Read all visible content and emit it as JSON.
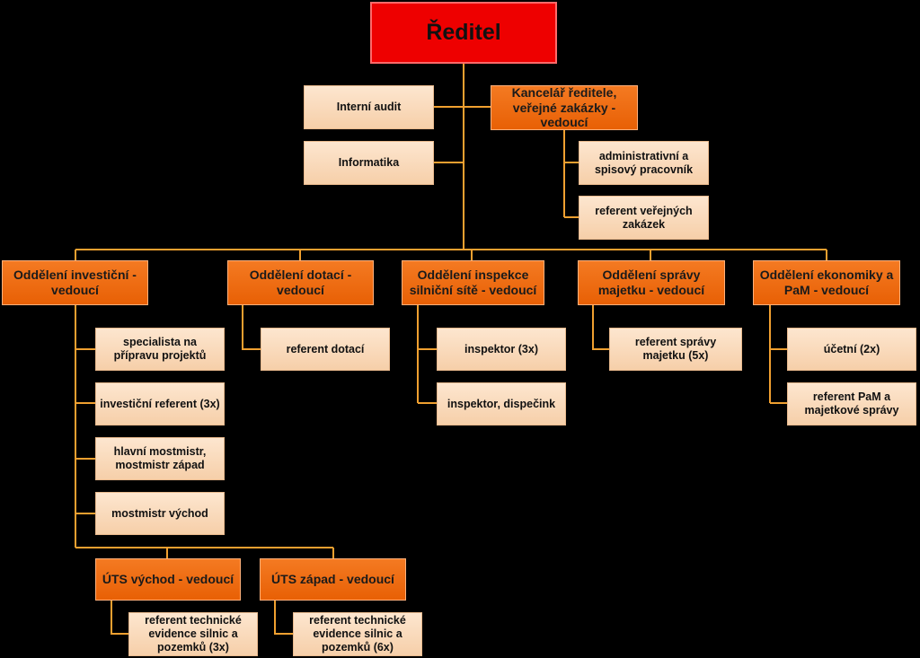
{
  "director": "Ředitel",
  "staff": {
    "internal_audit": "Interní audit",
    "informatics": "Informatika",
    "office_head": "Kancelář ředitele, veřejné zakázky - vedoucí",
    "office_admin": "administrativní a spisový pracovník",
    "office_procurement": "referent veřejných zakázek"
  },
  "departments": {
    "investment": {
      "head": "Oddělení investiční - vedoucí",
      "items": [
        "specialista na přípravu projektů",
        "investiční referent (3x)",
        "hlavní mostmistr, mostmistr západ",
        "mostmistr východ"
      ]
    },
    "subsidies": {
      "head": "Oddělení dotací - vedoucí",
      "items": [
        "referent dotací"
      ]
    },
    "inspection": {
      "head": "Oddělení inspekce silniční sítě - vedoucí",
      "items": [
        "inspektor (3x)",
        "inspektor, dispečink"
      ]
    },
    "property": {
      "head": "Oddělení správy majetku - vedoucí",
      "items": [
        "referent správy majetku (5x)"
      ]
    },
    "economics": {
      "head": "Oddělení ekonomiky a PaM - vedoucí",
      "items": [
        "účetní (2x)",
        "referent PaM a majetkové správy"
      ]
    }
  },
  "uts": {
    "east": {
      "head": "ÚTS východ - vedoucí",
      "item": "referent technické evidence silnic a pozemků (3x)"
    },
    "west": {
      "head": "ÚTS západ - vedoucí",
      "item": "referent technické evidence silnic a pozemků (6x)"
    }
  }
}
